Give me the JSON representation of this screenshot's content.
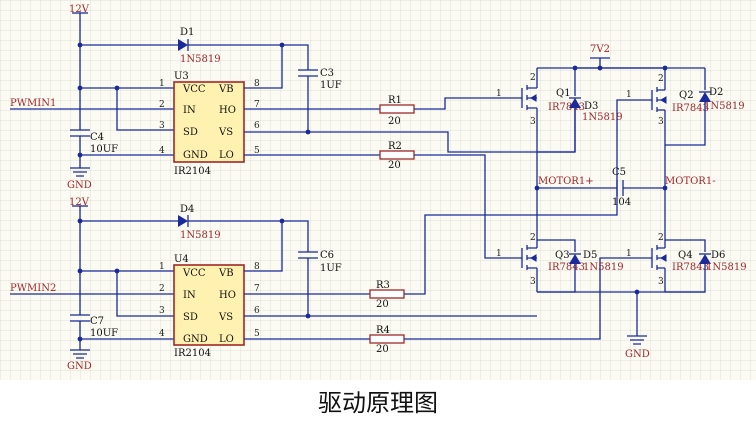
{
  "caption": "驱动原理图",
  "power": {
    "v12_top": "12V",
    "v12_bottom": "12V",
    "v7": "7V2"
  },
  "ground": {
    "g1": "GND",
    "g2": "GND",
    "g3": "GND"
  },
  "inputs": {
    "pwm1": "PWMIN1",
    "pwm2": "PWMIN2"
  },
  "chips": {
    "u3": {
      "ref": "U3",
      "part": "IR2104"
    },
    "u4": {
      "ref": "U4",
      "part": "IR2104"
    },
    "pins_left": [
      "VCC",
      "IN",
      "SD",
      "GND"
    ],
    "pins_right": [
      "VB",
      "HO",
      "VS",
      "LO"
    ],
    "num_left": [
      "1",
      "2",
      "3",
      "4"
    ],
    "num_right": [
      "8",
      "7",
      "6",
      "5"
    ]
  },
  "diodes": {
    "d1": {
      "ref": "D1",
      "part": "1N5819"
    },
    "d4": {
      "ref": "D4",
      "part": "1N5819"
    },
    "d2": {
      "ref": "D2",
      "part": "1N5819"
    },
    "d3": {
      "ref": "D3",
      "part": "1N5819"
    },
    "d5": {
      "ref": "D5",
      "part": "1N5819"
    },
    "d6": {
      "ref": "D6",
      "part": "1N5819"
    }
  },
  "caps": {
    "c3": {
      "ref": "C3",
      "value": "1UF"
    },
    "c4": {
      "ref": "C4",
      "value": "10UF"
    },
    "c5": {
      "ref": "C5",
      "value": "104"
    },
    "c6": {
      "ref": "C6",
      "value": "1UF"
    },
    "c7": {
      "ref": "C7",
      "value": "10UF"
    }
  },
  "resistors": {
    "r1": {
      "ref": "R1",
      "value": "20"
    },
    "r2": {
      "ref": "R2",
      "value": "20"
    },
    "r3": {
      "ref": "R3",
      "value": "20"
    },
    "r4": {
      "ref": "R4",
      "value": "20"
    }
  },
  "mosfets": {
    "q1": {
      "ref": "Q1",
      "part": "IR7843"
    },
    "q2": {
      "ref": "Q2",
      "part": "IR7843"
    },
    "q3": {
      "ref": "Q3",
      "part": "IR7843"
    },
    "q4": {
      "ref": "Q4",
      "part": "IR7843"
    },
    "pins": [
      "1",
      "2",
      "3"
    ]
  },
  "nets": {
    "motor_pos": "MOTOR1+",
    "motor_neg": "MOTOR1-"
  }
}
